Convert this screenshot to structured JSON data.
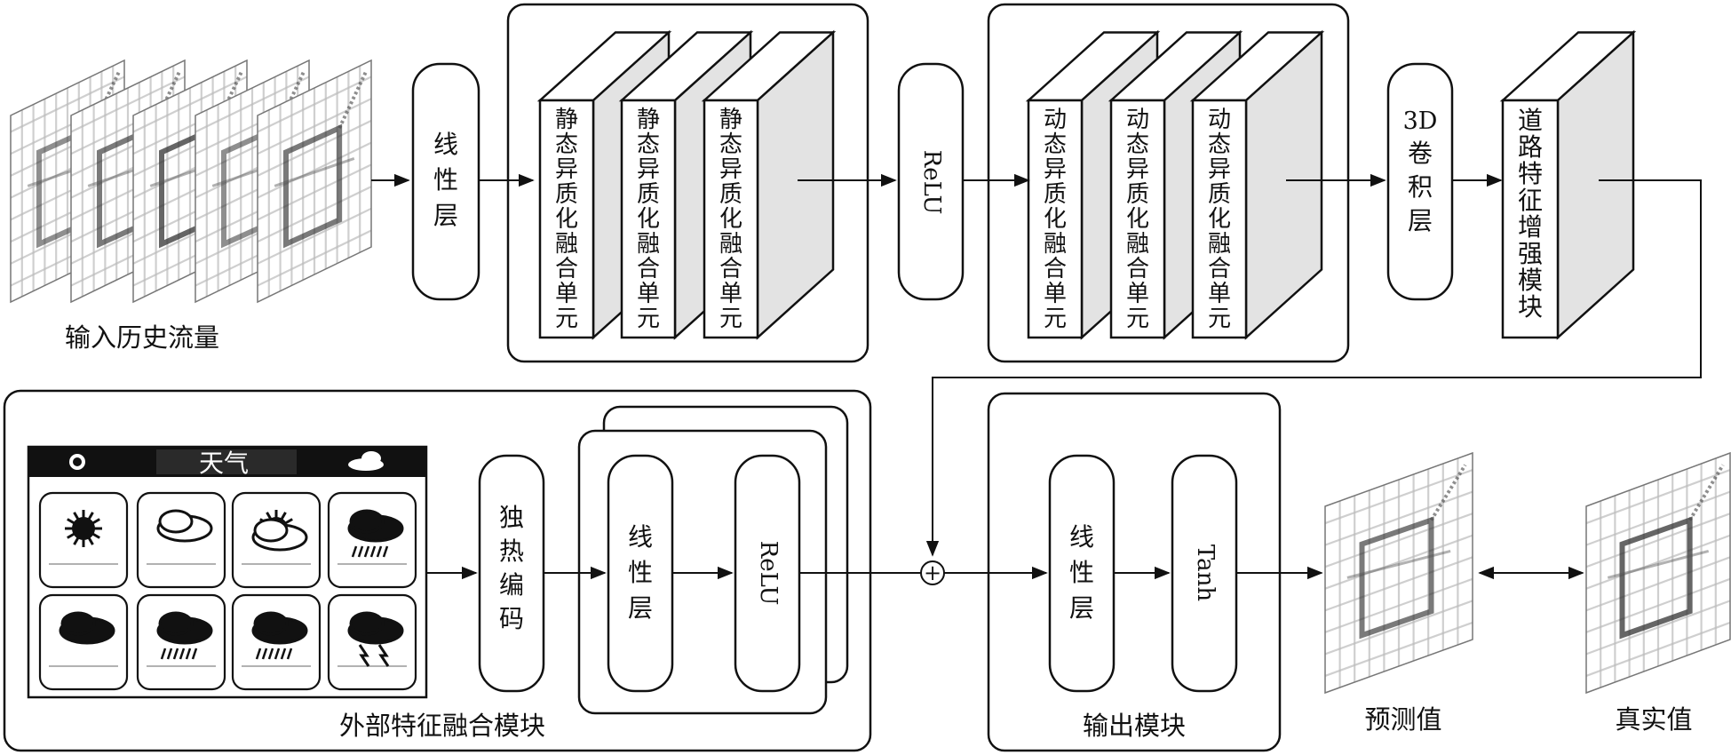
{
  "top_row": {
    "input_label": "输入历史流量",
    "linear_layer": "线性层",
    "static_unit": "静态异质化融合单元",
    "relu": "ReLU",
    "dynamic_unit": "动态异质化融合单元",
    "conv3d_top": "3D",
    "conv3d_bottom": "卷积层",
    "road_module": "道路特征增强模块"
  },
  "bottom_row": {
    "weather_title": "天气",
    "weather_icons": [
      "sunny-icon",
      "cloudy-icon",
      "partly-cloudy-icon",
      "light-rain-icon",
      "overcast-icon",
      "rain-icon",
      "heavy-rain-icon",
      "thunderstorm-icon"
    ],
    "onehot": "独热编码",
    "linear_layer": "线性层",
    "relu": "ReLU",
    "external_module_label": "外部特征融合模块",
    "plus": "+",
    "out_linear": "线性层",
    "tanh": "Tanh",
    "output_module_label": "输出模块",
    "pred_label": "预测值",
    "true_label": "真实值"
  },
  "colors": {
    "stroke": "#111111",
    "face": "#ffffff",
    "side": "#e3e3e3",
    "top": "#ffffff"
  }
}
